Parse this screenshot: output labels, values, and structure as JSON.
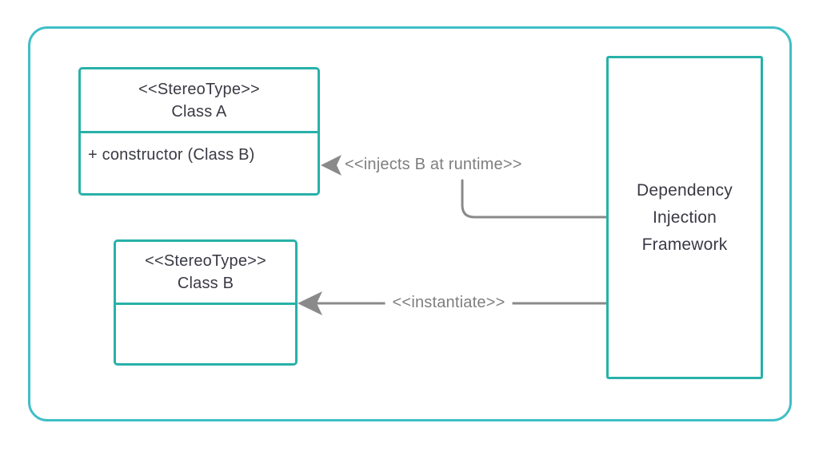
{
  "colors": {
    "frame": "#3fbfc6",
    "box_border": "#27b1a8",
    "connector": "#8a8a8a",
    "label_text": "#7e7e7e",
    "text": "#3a3a44",
    "background": "#ffffff"
  },
  "classes": [
    {
      "id": "class-a",
      "stereotype": "<<StereoType>>",
      "name": "Class A",
      "members": [
        "+ constructor (Class B)"
      ]
    },
    {
      "id": "class-b",
      "stereotype": "<<StereoType>>",
      "name": "Class B",
      "members": []
    }
  ],
  "framework": {
    "lines": [
      "Dependency",
      "Injection",
      "Framework"
    ]
  },
  "connectors": [
    {
      "id": "injects",
      "label": "<<injects B at runtime>>",
      "from": "framework-box",
      "to": "class-a"
    },
    {
      "id": "instantiate",
      "label": "<<instantiate>>",
      "from": "framework-box",
      "to": "class-b"
    }
  ]
}
